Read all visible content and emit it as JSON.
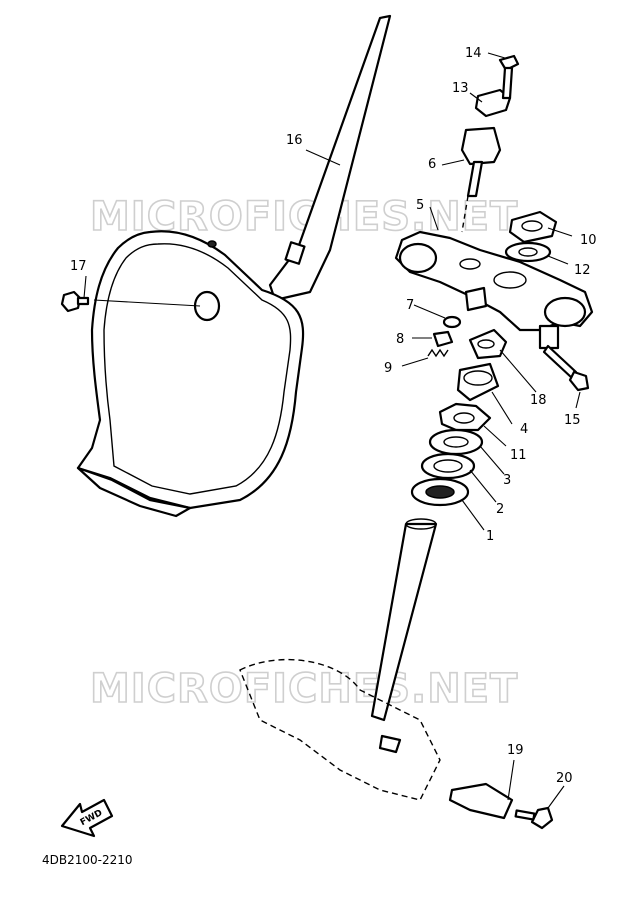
{
  "diagram": {
    "watermark_top": "MICROFICHES.NET",
    "watermark_bottom": "MICROFICHES.NET",
    "fwd_label": "FWD",
    "catalog_code": "4DB2100-2210",
    "callouts": [
      {
        "id": "c1",
        "label": "1"
      },
      {
        "id": "c2",
        "label": "2"
      },
      {
        "id": "c3",
        "label": "3"
      },
      {
        "id": "c4",
        "label": "4"
      },
      {
        "id": "c5",
        "label": "5"
      },
      {
        "id": "c6",
        "label": "6"
      },
      {
        "id": "c7",
        "label": "7"
      },
      {
        "id": "c8",
        "label": "8"
      },
      {
        "id": "c9",
        "label": "9"
      },
      {
        "id": "c10",
        "label": "10"
      },
      {
        "id": "c11",
        "label": "11"
      },
      {
        "id": "c12",
        "label": "12"
      },
      {
        "id": "c13",
        "label": "13"
      },
      {
        "id": "c14",
        "label": "14"
      },
      {
        "id": "c15",
        "label": "15"
      },
      {
        "id": "c16",
        "label": "16"
      },
      {
        "id": "c17",
        "label": "17"
      },
      {
        "id": "c18",
        "label": "18"
      },
      {
        "id": "c19",
        "label": "19"
      },
      {
        "id": "c20",
        "label": "20"
      }
    ]
  }
}
